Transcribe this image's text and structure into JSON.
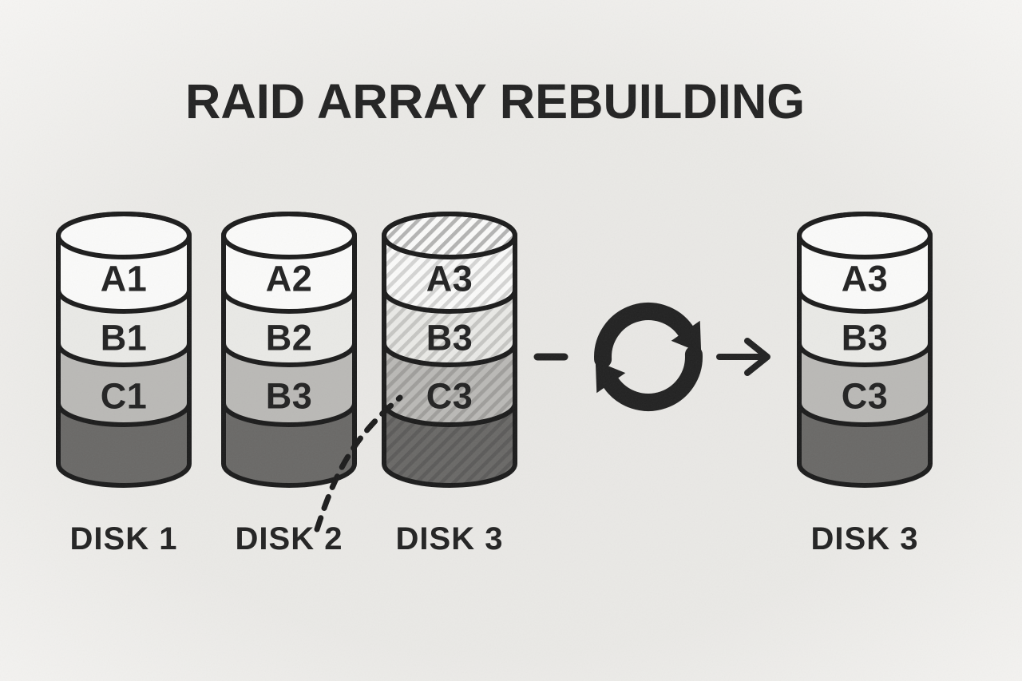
{
  "title": "RAID ARRAY REBUILDING",
  "disks": [
    {
      "caption": "DISK 1",
      "segments": [
        {
          "label": "A1"
        },
        {
          "label": "B1"
        },
        {
          "label": "C1"
        }
      ]
    },
    {
      "caption": "DISK 2",
      "segments": [
        {
          "label": "A2"
        },
        {
          "label": "B2"
        },
        {
          "label": "B3"
        }
      ]
    },
    {
      "caption": "DISK 3",
      "segments": [
        {
          "label": "A3"
        },
        {
          "label": "B3"
        },
        {
          "label": "C3"
        }
      ]
    },
    {
      "caption": "DISK 3",
      "segments": [
        {
          "label": "A3"
        },
        {
          "label": "B3"
        },
        {
          "label": "C3"
        }
      ]
    }
  ],
  "icons": {
    "rebuild": "sync-cycle-icon",
    "flow_left": "dash-connector",
    "flow_right": "arrow-right-icon",
    "parity_link": "dashed-curve-connector"
  },
  "colors": {
    "outline": "#1c1c1c",
    "text": "#232323",
    "background_center": "#e8e7e4",
    "background_mid": "#eae9e6",
    "background_edge": "#f6f5f3",
    "segment_a": "#fafaf9",
    "segment_b": "#e9e9e6",
    "segment_c": "#bab9b6",
    "segment_bottom": "#6a6967",
    "icon": "#222222"
  }
}
